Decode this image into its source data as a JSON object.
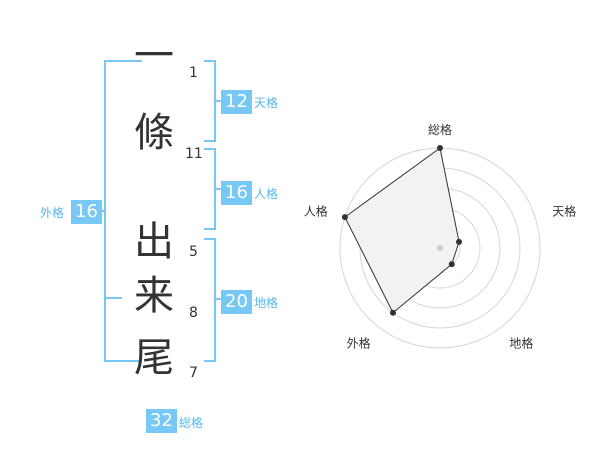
{
  "name": {
    "characters": [
      {
        "char": "一",
        "strokes": "1"
      },
      {
        "char": "條",
        "strokes": "11"
      },
      {
        "char": "出",
        "strokes": "5"
      },
      {
        "char": "来",
        "strokes": "8"
      },
      {
        "char": "尾",
        "strokes": "7"
      }
    ]
  },
  "fortune": {
    "tenkaku": {
      "label": "天格",
      "value": "12"
    },
    "jinkaku": {
      "label": "人格",
      "value": "16"
    },
    "chikaku": {
      "label": "地格",
      "value": "20"
    },
    "gaikaku": {
      "label": "外格",
      "value": "16"
    },
    "soukaku": {
      "label": "総格",
      "value": "32"
    }
  },
  "colors": {
    "accent": "#77c8f4",
    "label": "#56b7ed",
    "text": "#333333",
    "radar_fill": "#f2f2f2"
  },
  "chart_data": {
    "type": "radar",
    "axes": [
      "総格",
      "天格",
      "地格",
      "外格",
      "人格"
    ],
    "values": [
      5,
      1,
      1,
      4,
      5
    ],
    "range": [
      0,
      5
    ],
    "rings": 5
  }
}
